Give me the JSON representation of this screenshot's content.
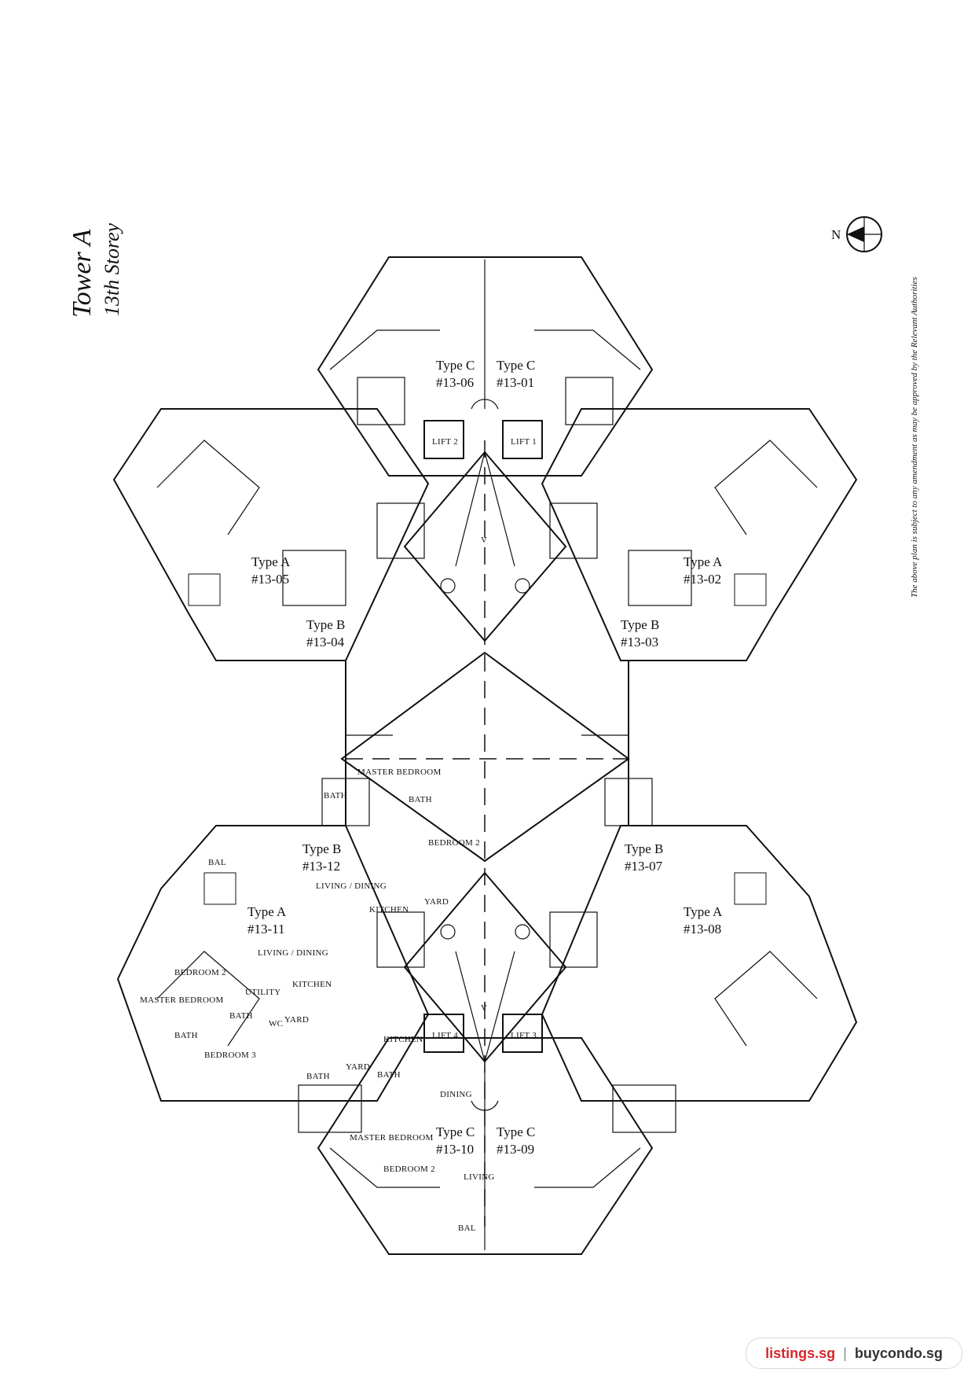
{
  "title": {
    "tower": "Tower A",
    "storey": "13th Storey"
  },
  "north_label": "N",
  "disclaimer": "The above plan is subject to any amendment as may be approved by the Relevant Authorities",
  "units": [
    {
      "type": "Type C",
      "number": "#13-06"
    },
    {
      "type": "Type C",
      "number": "#13-01"
    },
    {
      "type": "Type A",
      "number": "#13-05"
    },
    {
      "type": "Type B",
      "number": "#13-04"
    },
    {
      "type": "Type B",
      "number": "#13-03"
    },
    {
      "type": "Type A",
      "number": "#13-02"
    },
    {
      "type": "Type B",
      "number": "#13-12"
    },
    {
      "type": "Type A",
      "number": "#13-11"
    },
    {
      "type": "Type B",
      "number": "#13-07"
    },
    {
      "type": "Type A",
      "number": "#13-08"
    },
    {
      "type": "Type C",
      "number": "#13-10"
    },
    {
      "type": "Type C",
      "number": "#13-09"
    }
  ],
  "lifts": [
    "LIFT 1",
    "LIFT 2",
    "LIFT 3",
    "LIFT 4"
  ],
  "rooms": {
    "master_bedroom": "MASTER BEDROOM",
    "bedroom_2": "BEDROOM 2",
    "bedroom_3": "BEDROOM 3",
    "living_dining": "LIVING / DINING",
    "living": "LIVING",
    "dining": "DINING",
    "kitchen": "KITCHEN",
    "yard": "YARD",
    "bath": "BATH",
    "utility": "UTILITY",
    "wc": "WC",
    "bal": "BAL",
    "void": "V"
  },
  "footer": {
    "brand1": "listings.sg",
    "separator": "|",
    "brand2": "buycondo.sg"
  }
}
